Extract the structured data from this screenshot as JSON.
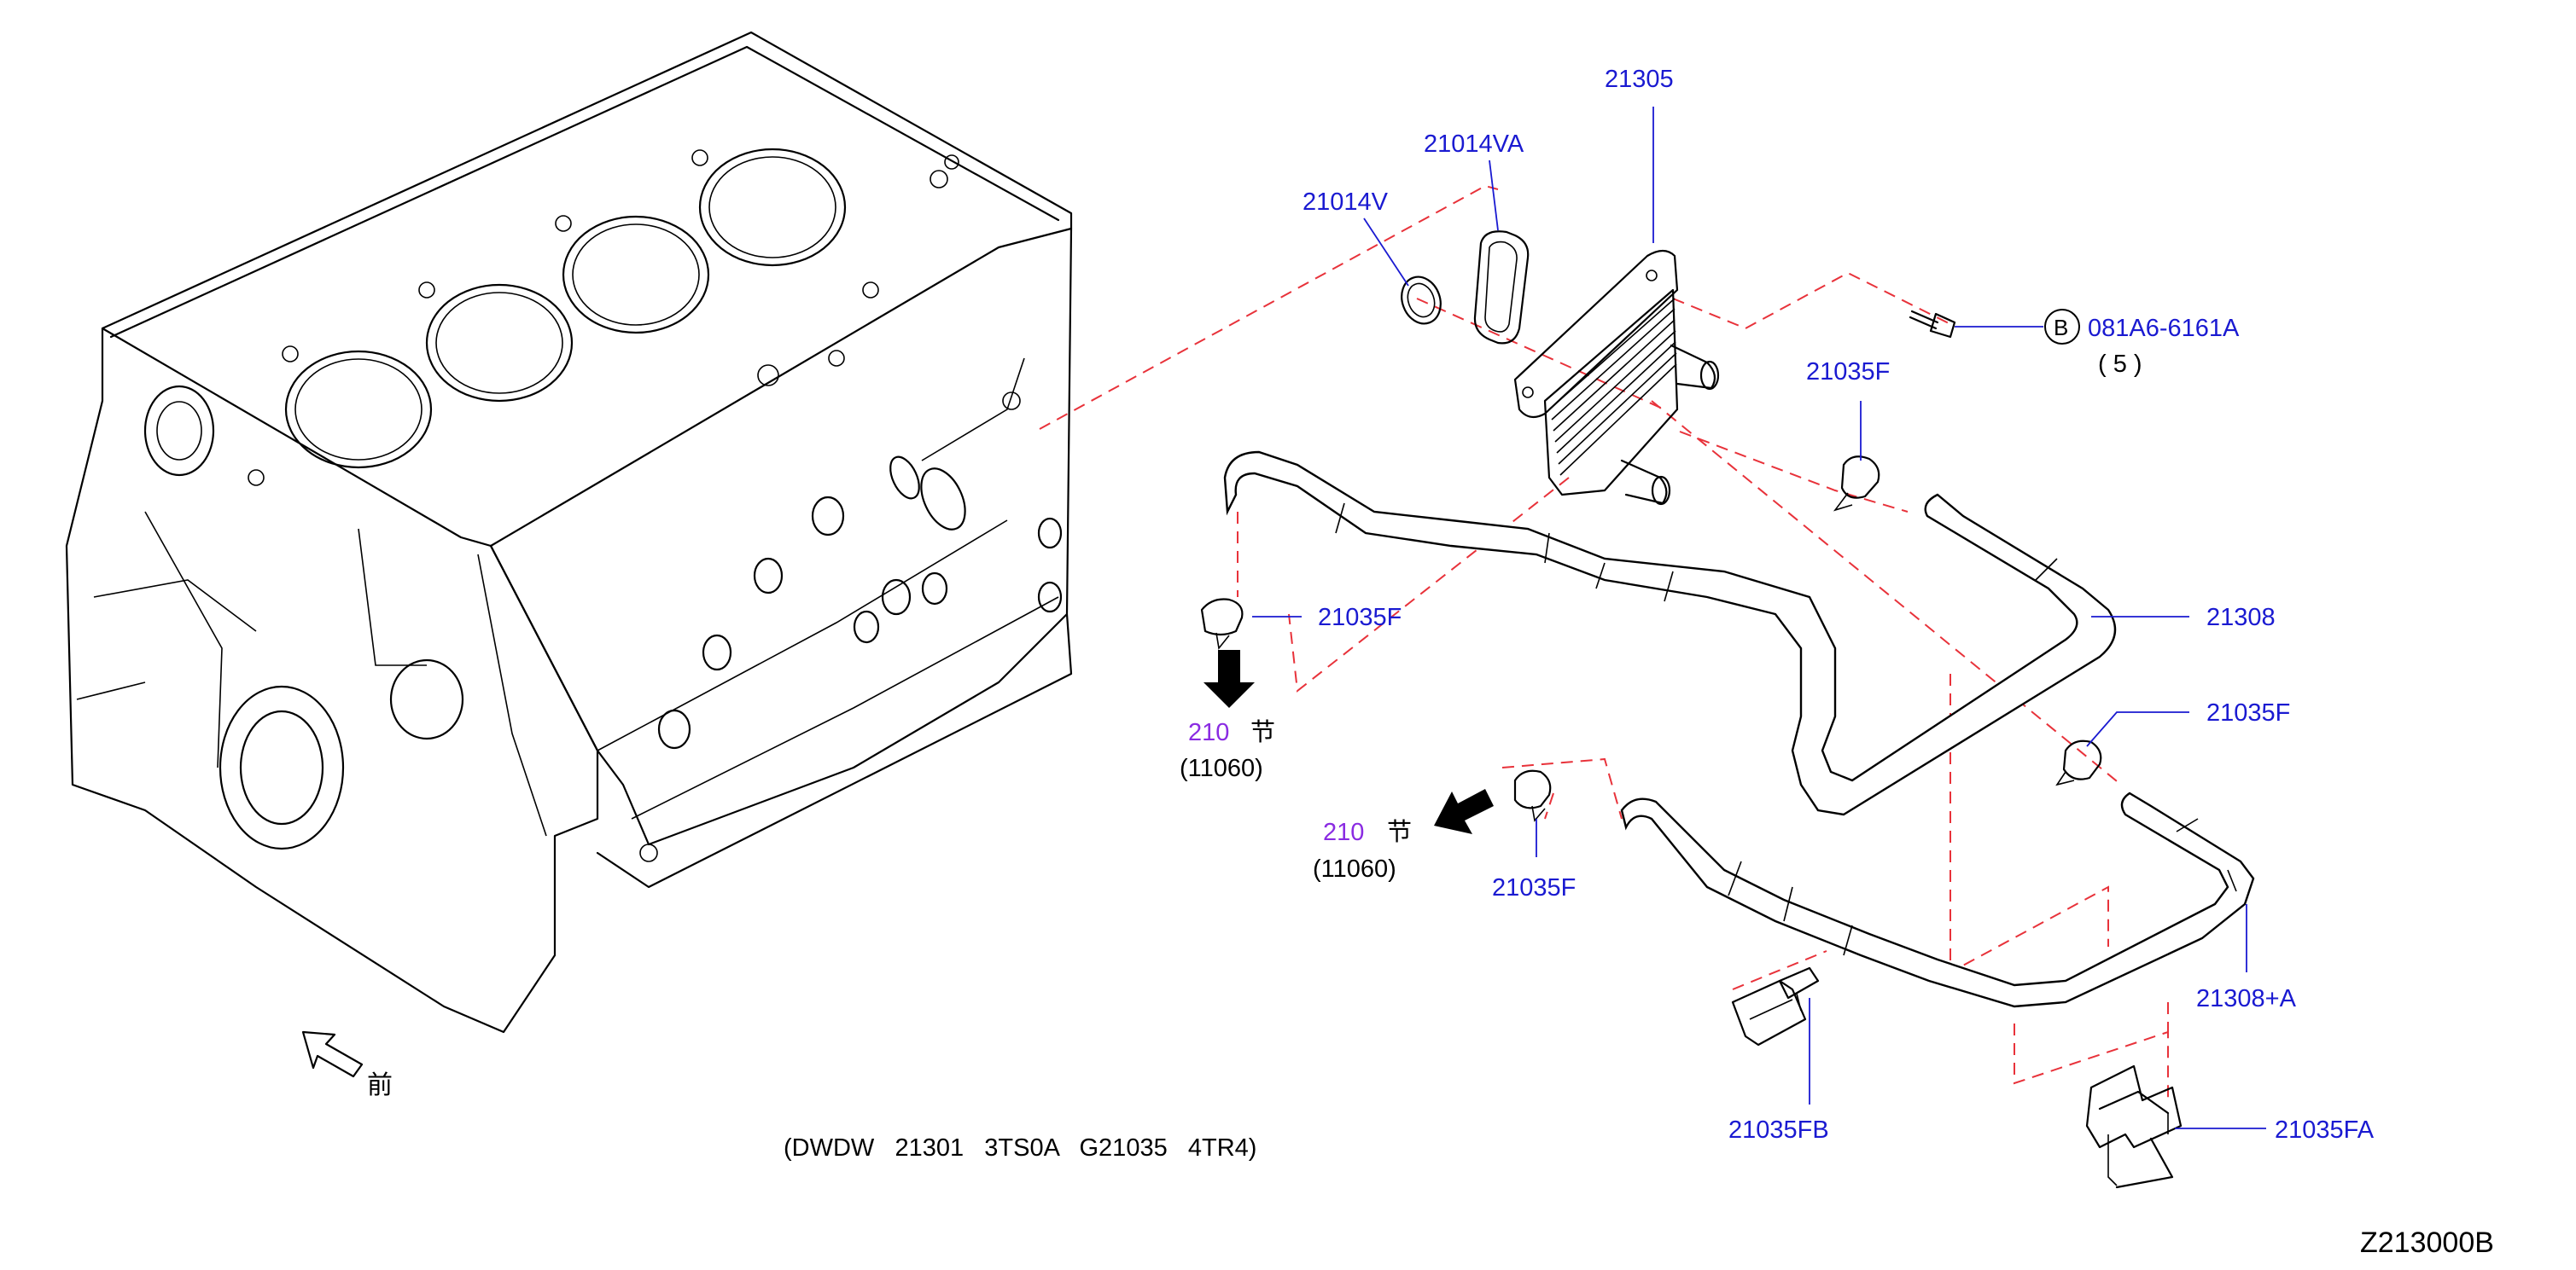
{
  "colors": {
    "label": "#1a1ad1",
    "ref": "#8a2be2",
    "dash": "#e8323a",
    "ink": "#000000"
  },
  "labels": {
    "p21305": "21305",
    "p21014va": "21014VA",
    "p21014v": "21014V",
    "bolt_marker": "B",
    "bolt_part": "081A6-6161A",
    "bolt_qty": "( 5 )",
    "p21035f_top": "21035F",
    "p21308": "21308",
    "p21035f_left": "21035F",
    "p21035f_right": "21035F",
    "p21035f_bottom": "21035F",
    "p21308a": "21308+A",
    "p21035fb": "21035FB",
    "p21035fa": "21035FA"
  },
  "refs": [
    {
      "section": "210",
      "kanji": "节",
      "code": "(11060)"
    },
    {
      "section": "210",
      "kanji": "节",
      "code": "(11060)"
    }
  ],
  "front_indicator": "前",
  "footnote": "(DWDW   21301   3TS0A   G21035   4TR4)",
  "diagram_id": "Z213000B",
  "icons": [
    "front-arrow-icon",
    "down-arrow-icon",
    "left-down-arrow-icon",
    "bolt-icon",
    "clamp-icon",
    "clip-icon"
  ]
}
